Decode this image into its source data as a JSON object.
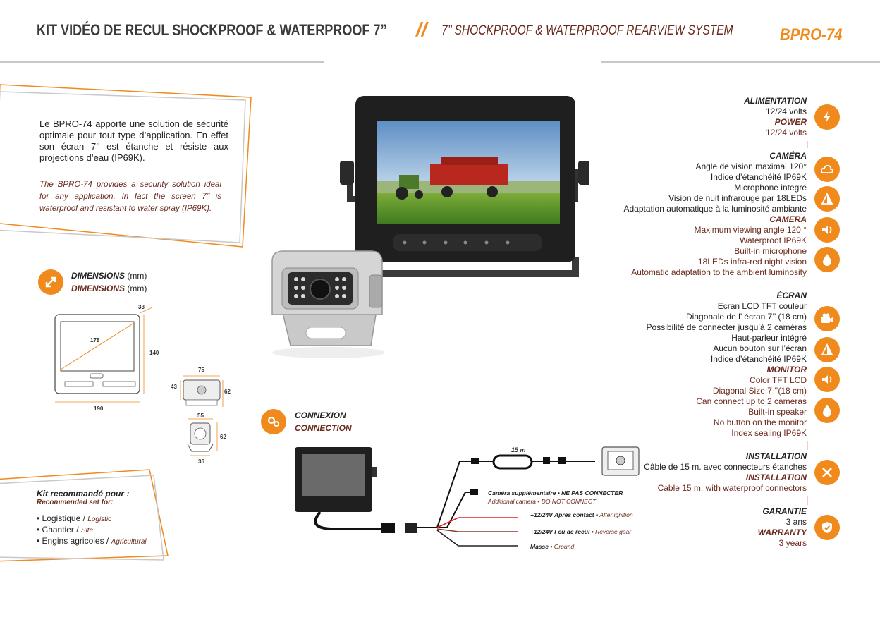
{
  "header": {
    "title_fr": "KIT VIDÉO DE RECUL SHOCKPROOF & WATERPROOF 7’’",
    "separator": "//",
    "title_en": "7’’ SHOCKPROOF & WATERPROOF REARVIEW SYSTEM",
    "model": "BPRO-74"
  },
  "intro": {
    "fr": "Le BPRO-74 apporte une solution de sécurité optimale pour tout type d’application. En effet son écran 7’’ est étanche et résiste aux projections d’eau (IP69K).",
    "en": "The BPRO-74 provides a security solution ideal for any application. In fact the screen 7’’ is waterproof and resistant to water spray (IP69K)."
  },
  "dimensions": {
    "title_fr": "DIMENSIONS",
    "title_en": "DIMENSIONS",
    "unit": "(mm)",
    "monitor": {
      "depth": "33",
      "diagonal": "178",
      "height": "140",
      "width": "190"
    },
    "camera_front": {
      "width": "75",
      "left": "43",
      "height": "62"
    },
    "camera_side": {
      "width": "55",
      "height": "62",
      "depth": "36"
    }
  },
  "connexion": {
    "title_fr": "CONNEXION",
    "title_en": "CONNECTION",
    "cable_length": "15 m",
    "wires": [
      {
        "fr": "Caméra supplémentaire • NE PAS CONNECTER",
        "en": "Additional camera • DO NOT CONNECT"
      },
      {
        "fr": "+12/24V Après contact •",
        "en": "After ignition"
      },
      {
        "fr": "+12/24V Feu de recul •",
        "en": "Reverse gear"
      },
      {
        "fr": "Masse •",
        "en": "Ground"
      }
    ],
    "wire_colors": [
      "#222222",
      "#e02020",
      "#8b3a2a",
      "#222222"
    ]
  },
  "kit": {
    "title_fr": "Kit recommandé pour :",
    "title_en": "Recommended set for:",
    "items": [
      {
        "fr": "• Logistique /",
        "en": "Logistic"
      },
      {
        "fr": "• Chantier /",
        "en": "Site"
      },
      {
        "fr": "• Engins agricoles /",
        "en": "Agricultural"
      }
    ]
  },
  "specs": {
    "power": {
      "h_fr": "ALIMENTATION",
      "fr": [
        "12/24 volts"
      ],
      "h_en": "POWER",
      "en": [
        "12/24 volts"
      ]
    },
    "camera": {
      "h_fr": "CAMÉRA",
      "fr": [
        "Angle de vision maximal 120°",
        "Indice d’étanchéité IP69K",
        "Microphone integré",
        "Vision de nuit infrarouge par 18LEDs",
        "Adaptation automatique à la luminosité ambiante"
      ],
      "h_en": "CAMERA",
      "en": [
        "Maximum viewing angle 120 °",
        "Waterproof IP69K",
        "Built-in microphone",
        "18LEDs infra-red night vision",
        "Automatic adaptation to the ambient luminosity"
      ]
    },
    "screen": {
      "h_fr": "ÉCRAN",
      "fr": [
        "Ecran LCD TFT couleur",
        "Diagonale de l’ écran 7’’ (18 cm)",
        "Possibilité de connecter jusqu’à 2 caméras",
        "Haut-parleur intégré",
        "Aucun bouton sur l’écran",
        "Indice d’étanchéité IP69K"
      ],
      "h_en": "MONITOR",
      "en": [
        "Color TFT LCD",
        "Diagonal Size 7 ’’(18 cm)",
        "Can connect up to 2 cameras",
        "Built-in speaker",
        "No button on the monitor",
        "Index sealing IP69K"
      ]
    },
    "install": {
      "h_fr": "INSTALLATION",
      "fr": [
        "Câble de 15 m. avec connecteurs étanches"
      ],
      "h_en": "INSTALLATION",
      "en": [
        "Cable 15 m. with waterproof connectors"
      ]
    },
    "warranty": {
      "h_fr": "GARANTIE",
      "fr": [
        "3 ans"
      ],
      "h_en": "WARRANTY",
      "en": [
        "3 years"
      ]
    }
  },
  "colors": {
    "accent": "#f08a1c",
    "english_text": "#6b2a1e",
    "rule": "#c8c8c8"
  },
  "icons": [
    "lightning-icon",
    "cloud-icon",
    "brightness-icon",
    "speaker-icon",
    "drop-icon",
    "camera-icon",
    "brightness-icon",
    "speaker-icon",
    "drop-icon",
    "tools-icon",
    "shield-check-icon",
    "resize-icon",
    "gears-icon"
  ]
}
